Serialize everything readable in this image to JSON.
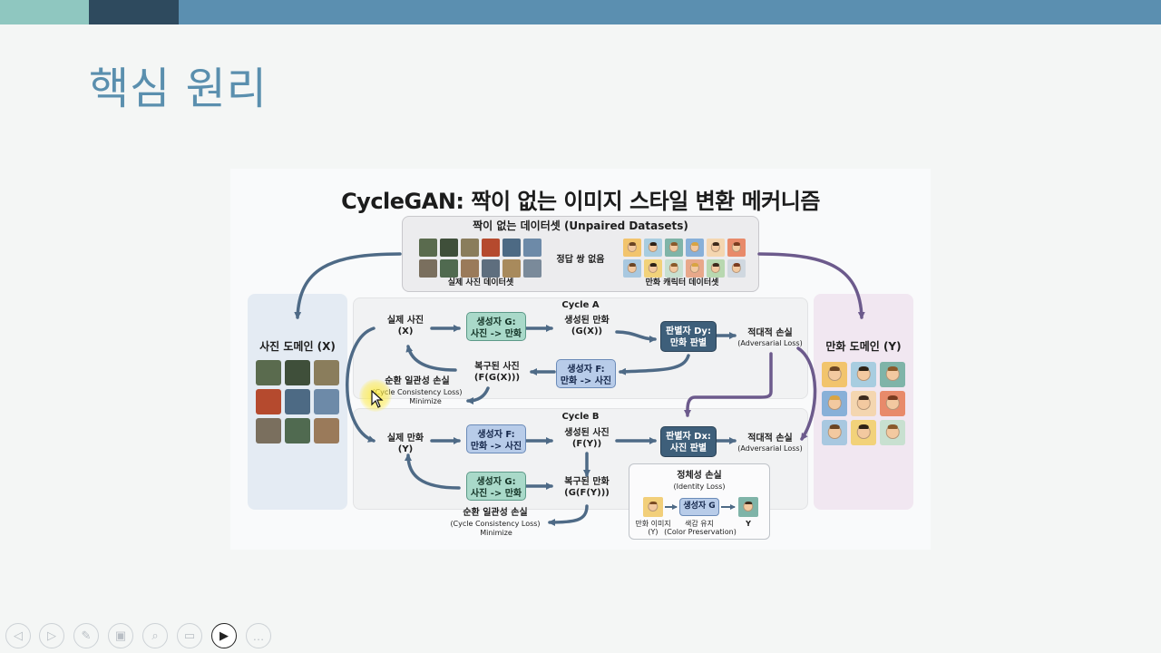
{
  "slide": {
    "title": "핵심 원리"
  },
  "figure": {
    "title": "CycleGAN: 짝이 없는 이미지 스타일 변환 메커니즘",
    "unpaired": {
      "title": "짝이 없는 데이터셋 (Unpaired Datasets)",
      "middle": "정답 쌍 없음",
      "left_caption": "실제 사진 데이터셋",
      "right_caption": "만화 캐릭터 데이터셋"
    },
    "domain_x": {
      "label": "사진 도메인 (X)"
    },
    "domain_y": {
      "label": "만화 도메인 (Y)"
    },
    "cycle_a": {
      "label": "Cycle A",
      "real": "실제 사진\n(X)",
      "gen_g": "생성자 G:\n사진 -> 만화",
      "generated": "생성된 만화\n(G(X))",
      "disc": "판별자 Dy:\n만화 판별",
      "adv_loss_1": "적대적 손실",
      "adv_loss_2": "(Adversarial Loss)",
      "gen_f": "생성자 F:\n만화 -> 사진",
      "recovered": "복구된 사진\n(F(G(X)))",
      "cyc_loss_1": "순환 일관성 손실",
      "cyc_loss_2": "(Cycle Consistency Loss)",
      "cyc_loss_3": "Minimize"
    },
    "cycle_b": {
      "label": "Cycle B",
      "real": "실제 만화\n(Y)",
      "gen_f": "생성자 F:\n만화 -> 사진",
      "generated": "생성된 사진\n(F(Y))",
      "disc": "판별자 Dx:\n사진 판별",
      "adv_loss_1": "적대적 손실",
      "adv_loss_2": "(Adversarial Loss)",
      "gen_g": "생성자 G:\n사진 -> 만화",
      "recovered": "복구된 만화\n(G(F(Y)))",
      "cyc_loss_1": "순환 일관성 손실",
      "cyc_loss_2": "(Cycle Consistency Loss)",
      "cyc_loss_3": "Minimize"
    },
    "identity": {
      "title_1": "정체성 손실",
      "title_2": "(Identity Loss)",
      "in_1": "만화 이미지",
      "in_2": "(Y)",
      "gen": "생성자 G",
      "mid_1": "색감 유지",
      "mid_2": "(Color Preservation)",
      "out": "Y"
    },
    "colors": {
      "arrow": "#4e6a86",
      "arrow_purple": "#6c5a8c",
      "generator": "#a9d9c9",
      "generator_f": "#b8cce9",
      "discriminator": "#3e5f7a"
    }
  },
  "toolbar": {
    "buttons": [
      {
        "name": "prev-icon",
        "glyph": "◁"
      },
      {
        "name": "next-icon",
        "glyph": "▷"
      },
      {
        "name": "pen-icon",
        "glyph": "✎"
      },
      {
        "name": "slides-icon",
        "glyph": "▣"
      },
      {
        "name": "zoom-icon",
        "glyph": "⌕"
      },
      {
        "name": "subtitle-icon",
        "glyph": "▭"
      },
      {
        "name": "camera-icon",
        "glyph": "▶"
      },
      {
        "name": "more-icon",
        "glyph": "…"
      }
    ]
  }
}
